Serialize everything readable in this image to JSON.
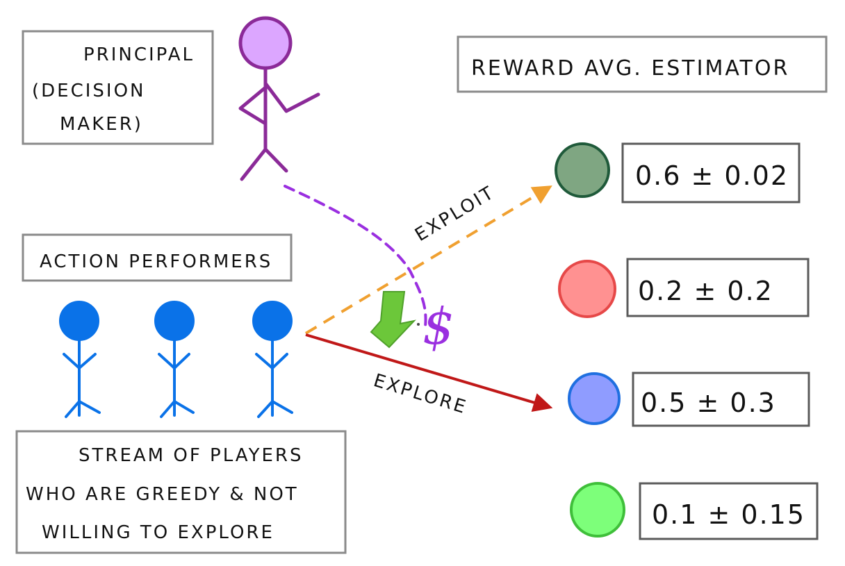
{
  "principal_box": {
    "line1": "PRINCIPAL",
    "line2": "(DECISION",
    "line3": "MAKER)"
  },
  "reward_box": {
    "title": "REWARD AVG. ESTIMATOR"
  },
  "performers_box": {
    "title": "ACTION PERFORMERS"
  },
  "stream_box": {
    "line1": "STREAM OF PLAYERS",
    "line2": "WHO ARE GREEDY & NOT",
    "line3": "WILLING TO EXPLORE"
  },
  "arrows": {
    "exploit_label": "EXPLOIT",
    "explore_label": "EXPLORE",
    "payment_symbol": "$"
  },
  "arms": [
    {
      "estimate": "0.6 ± 0.02",
      "color": "#7fa682",
      "stroke": "#1f5a3a"
    },
    {
      "estimate": "0.2 ± 0.2",
      "color": "#ff9191",
      "stroke": "#e64848"
    },
    {
      "estimate": "0.5 ± 0.3",
      "color": "#8f9cff",
      "stroke": "#1f6fe0"
    },
    {
      "estimate": "0.1 ± 0.15",
      "color": "#7dff7a",
      "stroke": "#3fbf3a"
    }
  ],
  "colors": {
    "principal": "#8b2a98",
    "principal_fill": "#dca6ff",
    "performer": "#0a72e8",
    "exploit_arrow": "#f0a030",
    "explore_arrow": "#c01818",
    "payment": "#9a2fe0",
    "nudge_arrow": "#6cc73a"
  }
}
